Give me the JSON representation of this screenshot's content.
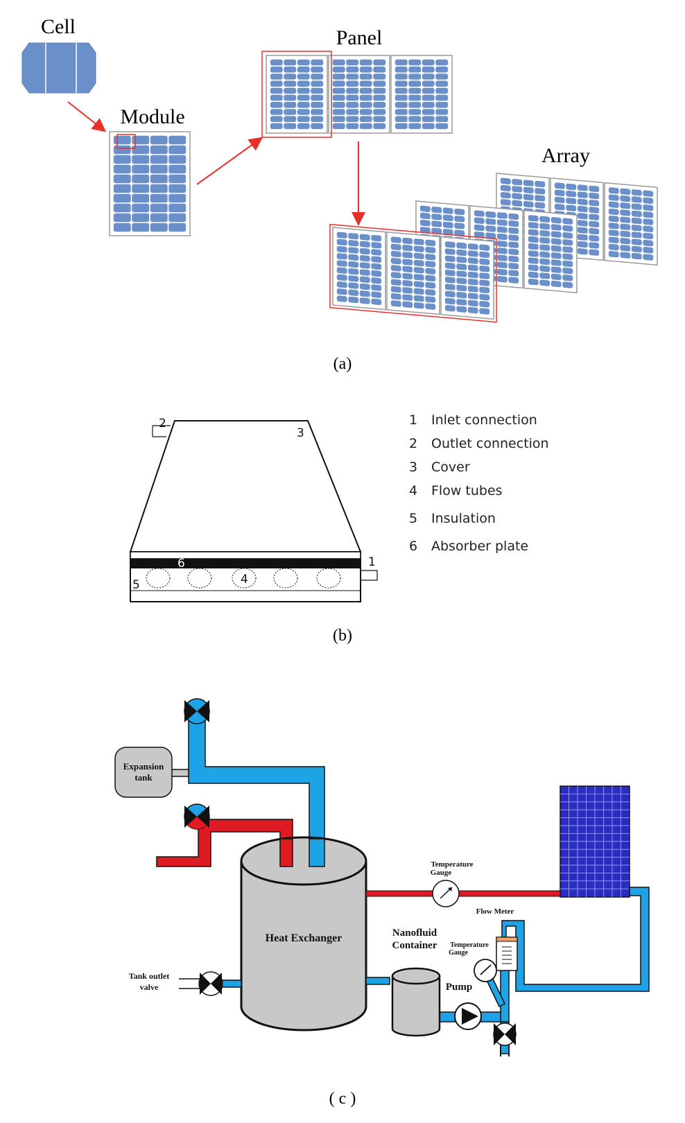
{
  "panel_a": {
    "labels": {
      "cell": "Cell",
      "module": "Module",
      "panel": "Panel",
      "array": "Array"
    },
    "caption": "(a)",
    "colors": {
      "cell_blue": "#6b8fc9",
      "arrow_red": "#e8302a",
      "frame_gray": "#9a9a9a"
    }
  },
  "panel_b": {
    "caption": "(b)",
    "callouts": [
      "1",
      "2",
      "3",
      "4",
      "5",
      "6"
    ],
    "legend": [
      {
        "num": "1",
        "label": "Inlet connection"
      },
      {
        "num": "2",
        "label": "Outlet connection"
      },
      {
        "num": "3",
        "label": "Cover"
      },
      {
        "num": "4",
        "label": "Flow tubes"
      },
      {
        "num": "5",
        "label": "Insulation"
      },
      {
        "num": "6",
        "label": "Absorber plate"
      }
    ]
  },
  "panel_c": {
    "caption": "( c )",
    "labels": {
      "expansion_tank_1": "Expansion",
      "expansion_tank_2": "tank",
      "heat_exchanger": "Heat Exchanger",
      "temp_gauge_top_1": "Temperature",
      "temp_gauge_top_2": "Gauge",
      "flow_meter": "Flow Meter",
      "nanofluid_1": "Nanofluid",
      "nanofluid_2": "Container",
      "temp_gauge_side_1": "Temperature",
      "temp_gauge_side_2": "Gauge",
      "pump": "Pump",
      "tank_outlet_1": "Tank outlet",
      "tank_outlet_2": "valve"
    },
    "colors": {
      "cold_pipe": "#1ea3e6",
      "hot_pipe": "#e01a22",
      "collector": "#2b2dbf",
      "tank_gray": "#c8c8c8"
    }
  }
}
